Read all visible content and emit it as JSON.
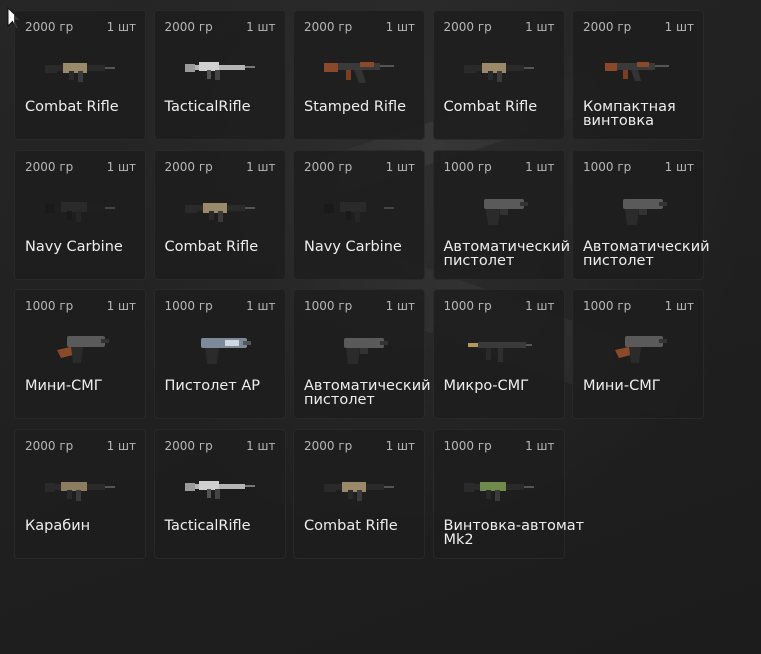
{
  "inventory": {
    "slots": [
      {
        "weight": "2000 гр",
        "count": "1 шт",
        "name": "Combat Rifle",
        "icon": "rifle-tan-icon"
      },
      {
        "weight": "2000 гр",
        "count": "1 шт",
        "name": "TacticalRifle",
        "icon": "rifle-gray-icon"
      },
      {
        "weight": "2000 гр",
        "count": "1 шт",
        "name": "Stamped Rifle",
        "icon": "ak-wood-icon"
      },
      {
        "weight": "2000 гр",
        "count": "1 шт",
        "name": "Combat Rifle",
        "icon": "rifle-tan-icon"
      },
      {
        "weight": "2000 гр",
        "count": "1 шт",
        "name": "Компактная винтовка",
        "icon": "compact-rifle-icon"
      },
      {
        "weight": "2000 гр",
        "count": "1 шт",
        "name": "Navy Carbine",
        "icon": "carbine-black-icon"
      },
      {
        "weight": "2000 гр",
        "count": "1 шт",
        "name": "Combat Rifle",
        "icon": "rifle-tan-icon"
      },
      {
        "weight": "2000 гр",
        "count": "1 шт",
        "name": "Navy Carbine",
        "icon": "carbine-black-icon"
      },
      {
        "weight": "1000 гр",
        "count": "1 шт",
        "name": "Автоматический пистолет",
        "icon": "auto-pistol-icon"
      },
      {
        "weight": "1000 гр",
        "count": "1 шт",
        "name": "Автоматический пистолет",
        "icon": "auto-pistol-icon"
      },
      {
        "weight": "1000 гр",
        "count": "1 шт",
        "name": "Мини-СМГ",
        "icon": "mini-smg-icon"
      },
      {
        "weight": "1000 гр",
        "count": "1 шт",
        "name": "Пистолет АР",
        "icon": "ap-pistol-icon"
      },
      {
        "weight": "1000 гр",
        "count": "1 шт",
        "name": "Автоматический пистолет",
        "icon": "auto-pistol-icon"
      },
      {
        "weight": "1000 гр",
        "count": "1 шт",
        "name": "Микро-СМГ",
        "icon": "micro-smg-icon"
      },
      {
        "weight": "1000 гр",
        "count": "1 шт",
        "name": "Мини-СМГ",
        "icon": "mini-smg-icon"
      },
      {
        "weight": "2000 гр",
        "count": "1 шт",
        "name": "Карабин",
        "icon": "carbine-tan-icon"
      },
      {
        "weight": "2000 гр",
        "count": "1 шт",
        "name": "TacticalRifle",
        "icon": "rifle-gray-icon"
      },
      {
        "weight": "2000 гр",
        "count": "1 шт",
        "name": "Combat Rifle",
        "icon": "rifle-tan-icon"
      },
      {
        "weight": "1000 гр",
        "count": "1 шт",
        "name": "Винтовка-автомат Mk2",
        "icon": "rifle-green-icon"
      }
    ]
  },
  "colors": {
    "slot_bg": "#1e1e1e",
    "text_primary": "#eeeeee",
    "text_secondary": "#b7b7b7",
    "wood": "#8a4a2a",
    "tan": "#9b8a6a",
    "green": "#6f8a4a",
    "steel": "#7d8a9a"
  }
}
